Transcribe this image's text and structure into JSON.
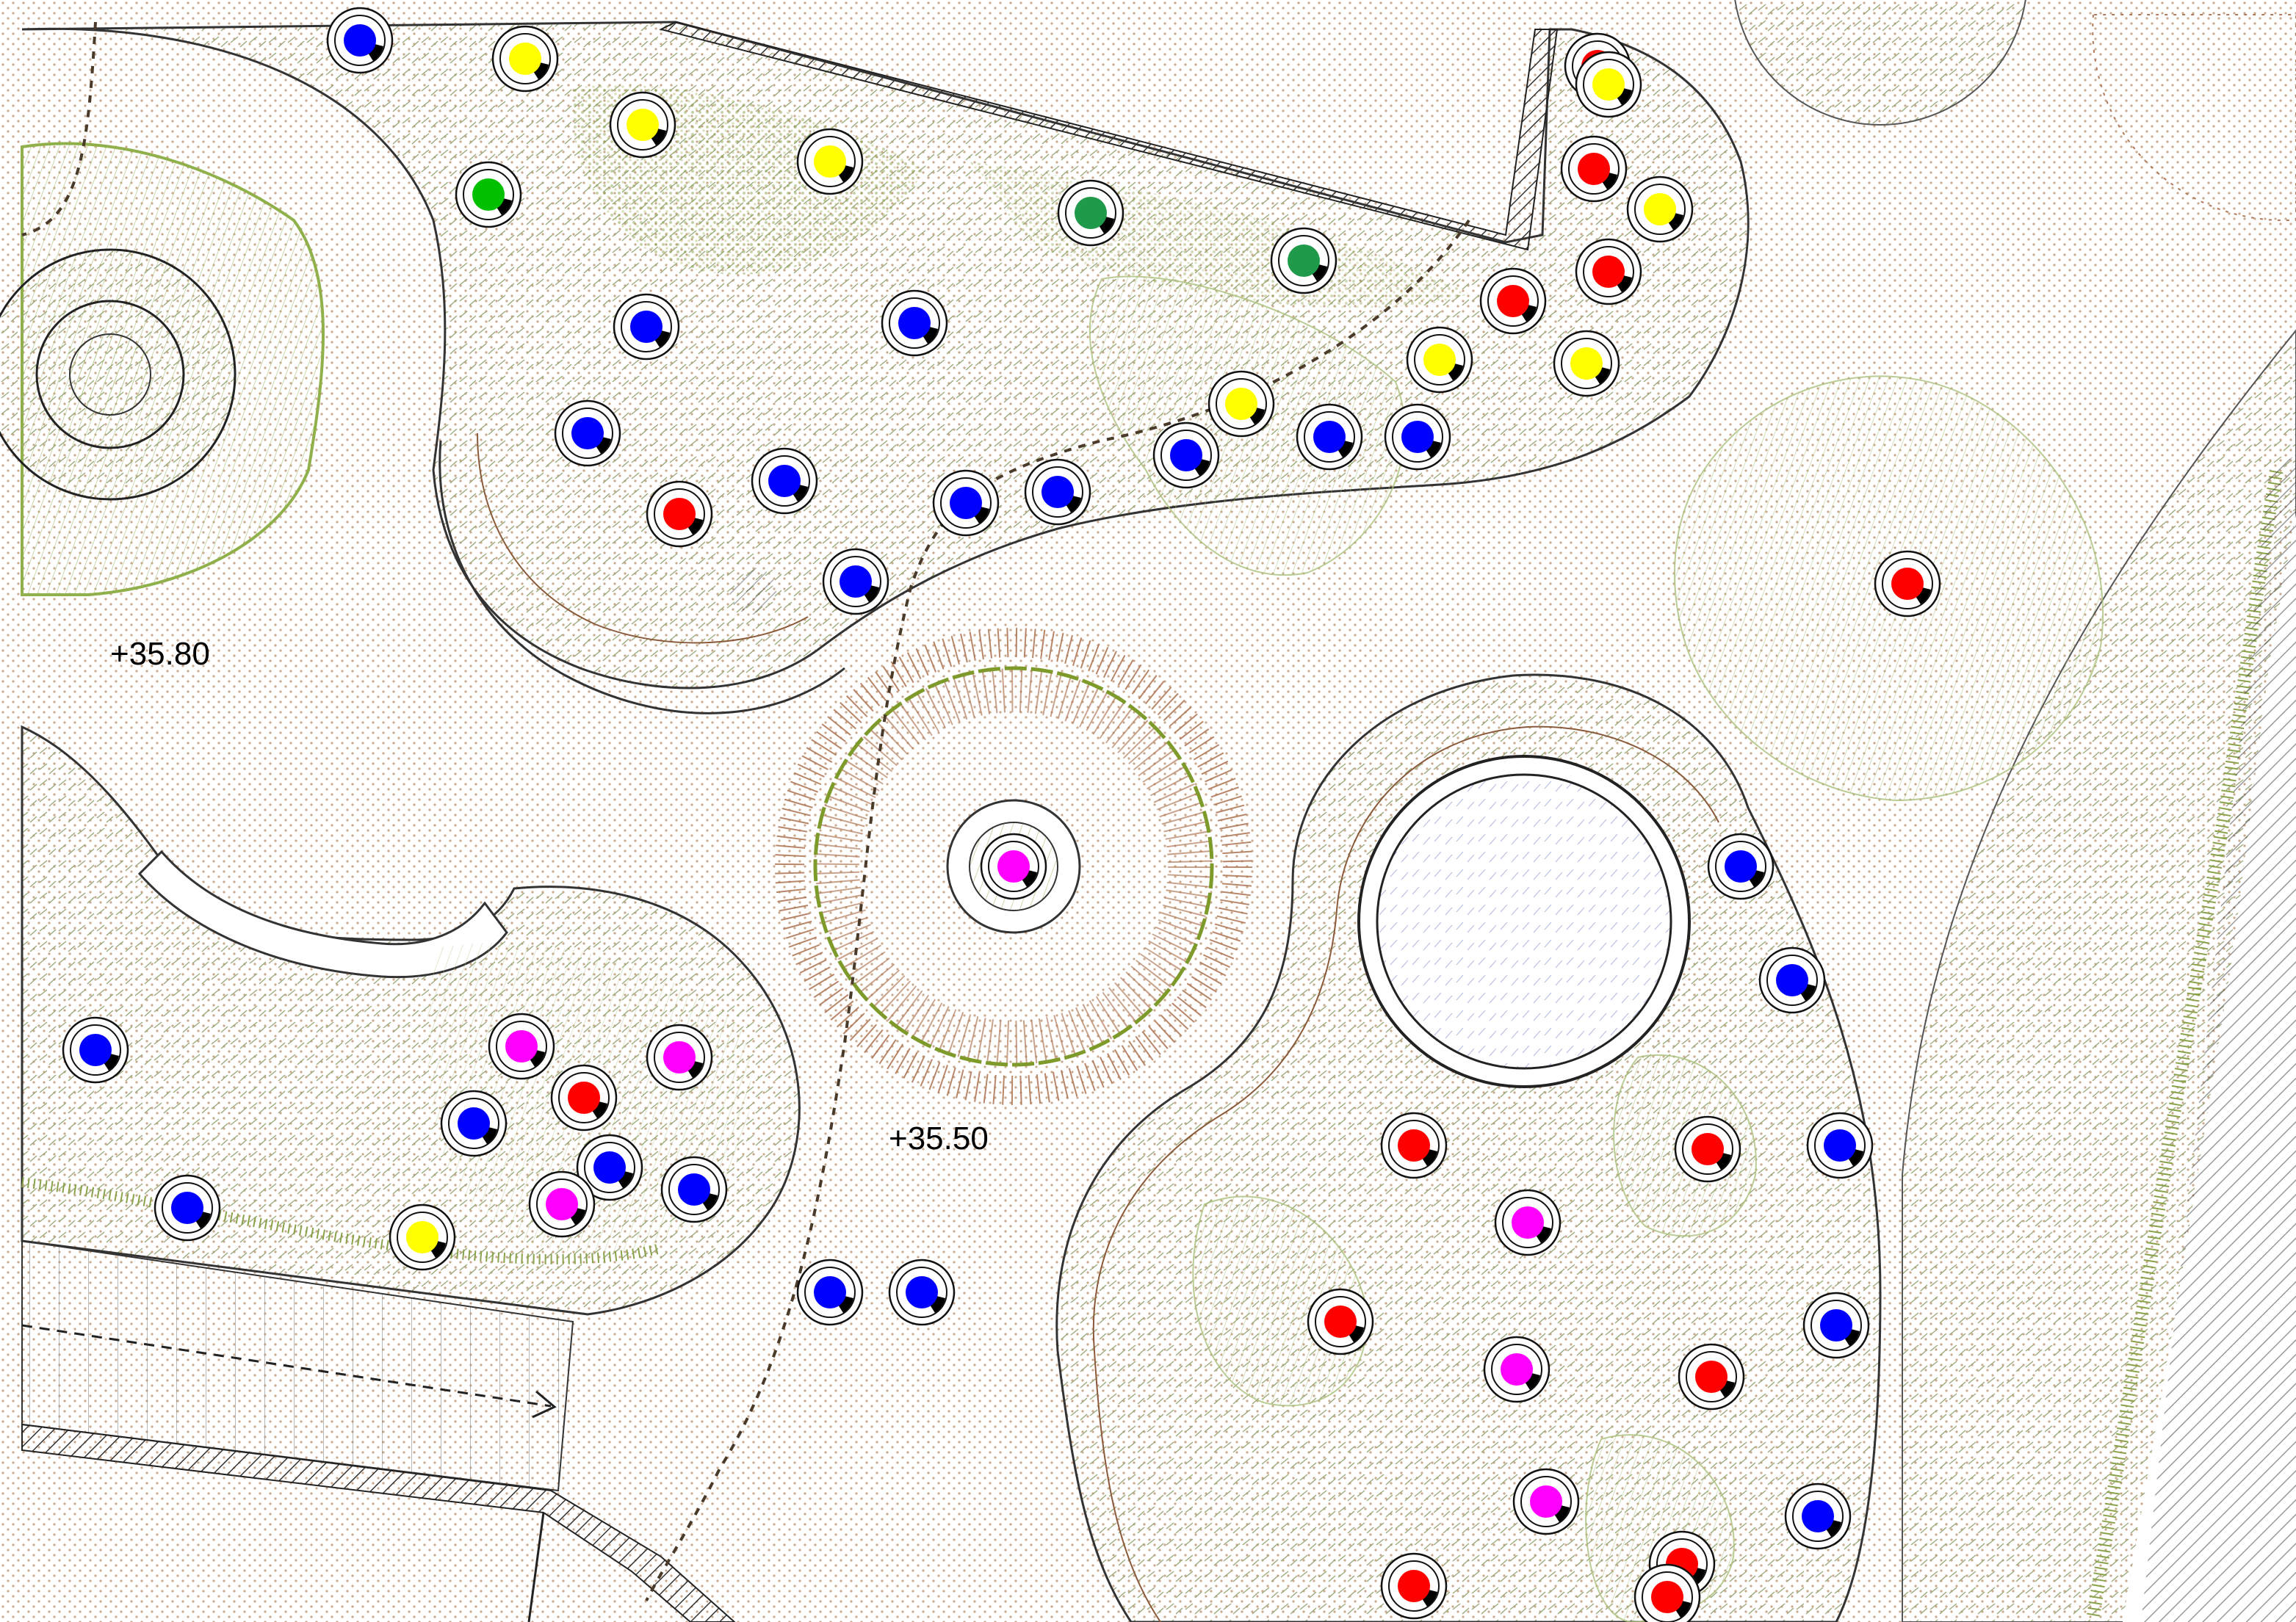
{
  "elevations": {
    "upper_terrace": "+35.80",
    "central_plaza": "+35.50"
  },
  "legend_colors": {
    "red": "#ff0000",
    "blue": "#0000ff",
    "yellow": "#ffff00",
    "magenta": "#ff00ff",
    "green": "#00c000",
    "dark_green": "#1f9a4a",
    "paving_dot": "#c7a98a",
    "planting_line": "#8fb04a",
    "wall": "#000000",
    "water": "#e8ecf8"
  },
  "lights": [
    {
      "color": "blue"
    },
    {
      "color": "yellow"
    },
    {
      "color": "yellow"
    },
    {
      "color": "yellow"
    },
    {
      "color": "green"
    },
    {
      "color": "red"
    },
    {
      "color": "dark_green"
    },
    {
      "color": "dark_green"
    },
    {
      "color": "yellow"
    },
    {
      "color": "red"
    },
    {
      "color": "yellow"
    },
    {
      "color": "red"
    },
    {
      "color": "red"
    },
    {
      "color": "yellow"
    },
    {
      "color": "yellow"
    },
    {
      "color": "blue"
    },
    {
      "color": "blue"
    },
    {
      "color": "blue"
    },
    {
      "color": "red"
    },
    {
      "color": "blue"
    },
    {
      "color": "blue"
    },
    {
      "color": "blue"
    },
    {
      "color": "blue"
    },
    {
      "color": "blue"
    },
    {
      "color": "yellow"
    },
    {
      "color": "blue"
    },
    {
      "color": "blue"
    },
    {
      "color": "red"
    },
    {
      "color": "magenta"
    },
    {
      "color": "blue"
    },
    {
      "color": "blue"
    },
    {
      "color": "blue"
    },
    {
      "color": "magenta"
    },
    {
      "color": "magenta"
    },
    {
      "color": "red"
    },
    {
      "color": "blue"
    },
    {
      "color": "blue"
    },
    {
      "color": "magenta"
    },
    {
      "color": "blue"
    },
    {
      "color": "yellow"
    },
    {
      "color": "blue"
    },
    {
      "color": "blue"
    },
    {
      "color": "blue"
    },
    {
      "color": "blue"
    },
    {
      "color": "red"
    },
    {
      "color": "red"
    },
    {
      "color": "magenta"
    },
    {
      "color": "red"
    },
    {
      "color": "magenta"
    },
    {
      "color": "red"
    },
    {
      "color": "blue"
    },
    {
      "color": "magenta"
    },
    {
      "color": "red"
    },
    {
      "color": "blue"
    },
    {
      "color": "red"
    },
    {
      "color": "red"
    }
  ]
}
